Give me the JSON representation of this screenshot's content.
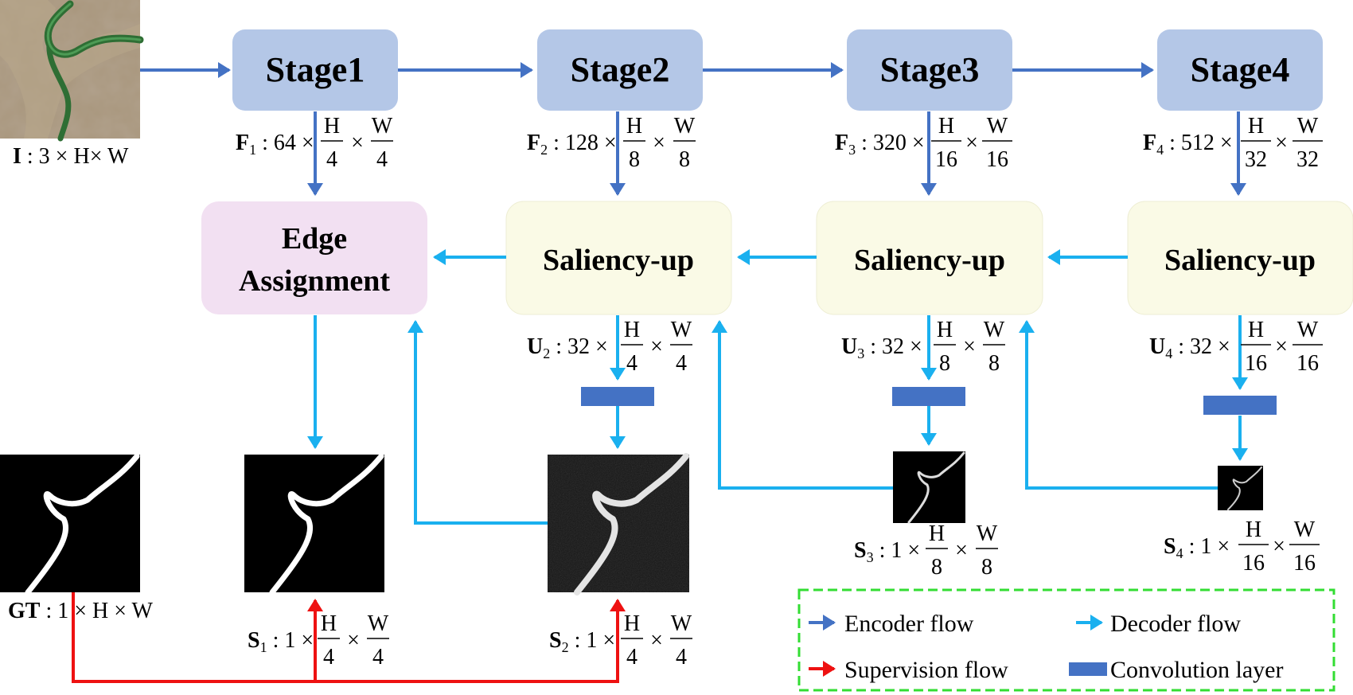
{
  "blocks": {
    "stage1": "Stage1",
    "stage2": "Stage2",
    "stage3": "Stage3",
    "stage4": "Stage4",
    "edge_line1": "Edge",
    "edge_line2": "Assignment",
    "sal2": "Saliency-up",
    "sal3": "Saliency-up",
    "sal4": "Saliency-up"
  },
  "labels": {
    "input": {
      "sym": "I",
      "rest": " : 3 × H× W"
    },
    "F1": {
      "sym": "F",
      "sub": "1",
      "pre": " : 64 ×",
      "f1n": "H",
      "f1d": "4",
      "f2n": "W",
      "f2d": "4"
    },
    "F2": {
      "sym": "F",
      "sub": "2",
      "pre": " : 128 ×",
      "f1n": "H",
      "f1d": "8",
      "f2n": "W",
      "f2d": "8"
    },
    "F3": {
      "sym": "F",
      "sub": "3",
      "pre": " : 320 ×",
      "f1n": "H",
      "f1d": "16",
      "f2n": "W",
      "f2d": "16"
    },
    "F4": {
      "sym": "F",
      "sub": "4",
      "pre": " : 512 ×",
      "f1n": "H",
      "f1d": "32",
      "f2n": "W",
      "f2d": "32"
    },
    "U2": {
      "sym": "U",
      "sub": "2",
      "pre": " : 32 ×",
      "f1n": "H",
      "f1d": "4",
      "f2n": "W",
      "f2d": "4"
    },
    "U3": {
      "sym": "U",
      "sub": "3",
      "pre": " : 32 ×",
      "f1n": "H",
      "f1d": "8",
      "f2n": "W",
      "f2d": "8"
    },
    "U4": {
      "sym": "U",
      "sub": "4",
      "pre": " : 32 ×",
      "f1n": "H",
      "f1d": "16",
      "f2n": "W",
      "f2d": "16"
    },
    "S1": {
      "sym": "S",
      "sub": "1",
      "pre": " : 1 ×",
      "f1n": "H",
      "f1d": "4",
      "f2n": "W",
      "f2d": "4"
    },
    "S2": {
      "sym": "S",
      "sub": "2",
      "pre": " : 1 ×",
      "f1n": "H",
      "f1d": "4",
      "f2n": "W",
      "f2d": "4"
    },
    "S3": {
      "sym": "S",
      "sub": "3",
      "pre": " : 1 ×",
      "f1n": "H",
      "f1d": "8",
      "f2n": "W",
      "f2d": "8"
    },
    "S4": {
      "sym": "S",
      "sub": "4",
      "pre": " : 1 ×",
      "f1n": "H",
      "f1d": "16",
      "f2n": "W",
      "f2d": "16"
    },
    "GT": {
      "sym": "GT",
      "rest": " : 1 × H × W"
    }
  },
  "legend": {
    "encoder": "Encoder flow",
    "decoder": "Decoder flow",
    "supervision": "Supervision flow",
    "conv": "Convolution layer"
  },
  "colors": {
    "stage_fill": "#b4c7e7",
    "edge_fill": "#f2e0f2",
    "saliency_fill": "#fafae6",
    "encoder_arrow": "#4472c4",
    "decoder_arrow": "#1ab0ef",
    "supervision_arrow": "#ee1111",
    "conv_layer": "#4472c4",
    "legend_border": "#33dd33"
  }
}
